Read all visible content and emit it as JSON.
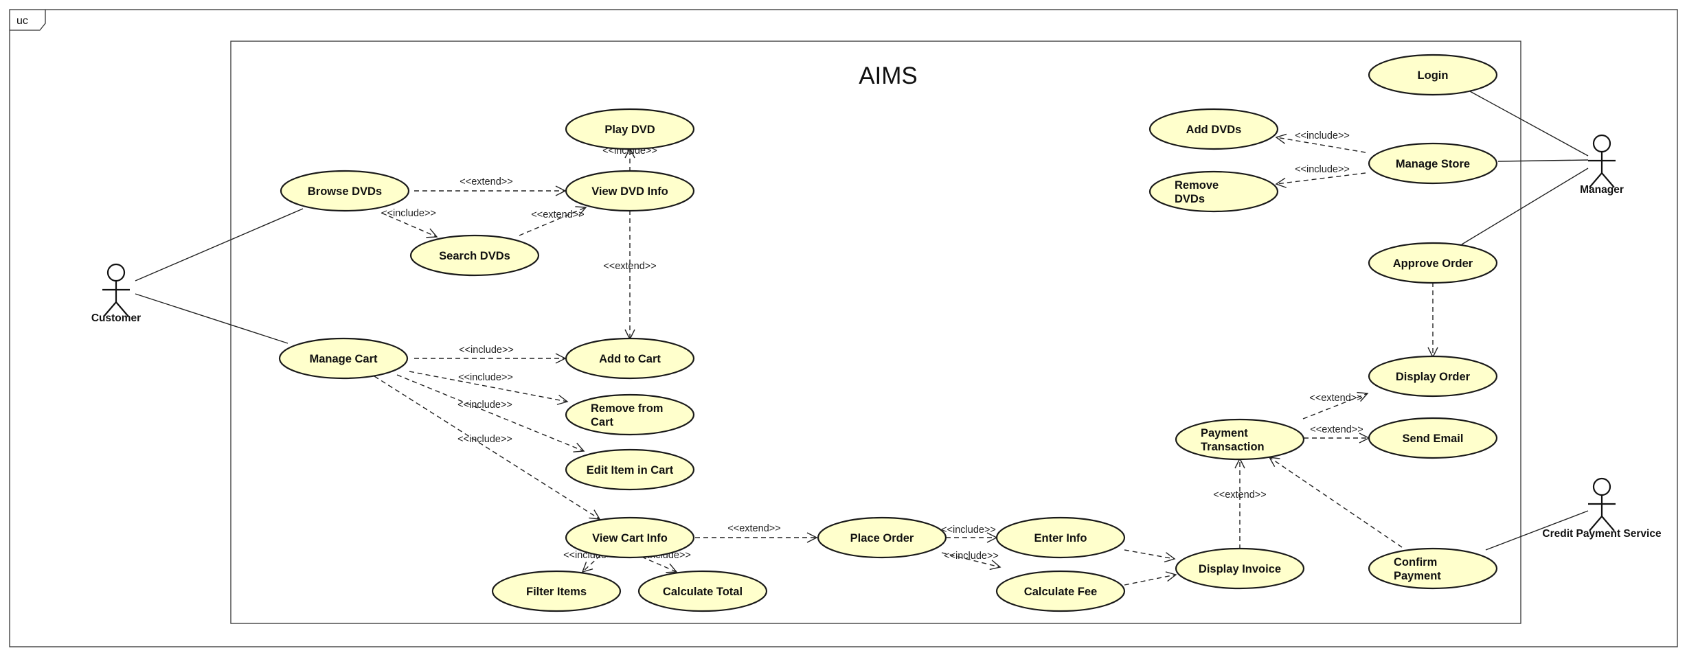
{
  "frame": {
    "tag": "uc"
  },
  "system": {
    "title": "AIMS"
  },
  "actors": {
    "customer": "Customer",
    "manager": "Manager",
    "credit_payment_service": "Credit Payment Service"
  },
  "use_cases": {
    "play_dvd": [
      "Play DVD"
    ],
    "browse_dvds": [
      "Browse DVDs"
    ],
    "view_dvd_info": [
      "View DVD Info"
    ],
    "search_dvds": [
      "Search DVDs"
    ],
    "manage_cart": [
      "Manage Cart"
    ],
    "add_to_cart": [
      "Add to Cart"
    ],
    "remove_from_cart": [
      "Remove from",
      "Cart"
    ],
    "edit_item_in_cart": [
      "Edit Item in Cart"
    ],
    "view_cart_info": [
      "View Cart Info"
    ],
    "filter_items": [
      "Filter Items"
    ],
    "calculate_total": [
      "Calculate Total"
    ],
    "place_order": [
      "Place Order"
    ],
    "enter_info": [
      "Enter Info"
    ],
    "calculate_fee": [
      "Calculate Fee"
    ],
    "display_invoice": [
      "Display Invoice"
    ],
    "payment_transaction": [
      "Payment",
      "Transaction"
    ],
    "login": [
      "Login"
    ],
    "add_dvds": [
      "Add DVDs"
    ],
    "manage_store": [
      "Manage Store"
    ],
    "remove_dvds": [
      "Remove",
      "DVDs"
    ],
    "approve_order": [
      "Approve Order"
    ],
    "display_order": [
      "Display Order"
    ],
    "send_email": [
      "Send Email"
    ],
    "confirm_payment": [
      "Confirm",
      "Payment"
    ]
  },
  "relationships": [
    {
      "from": "view_dvd_info",
      "to": "play_dvd",
      "stereotype": "<<include>>"
    },
    {
      "from": "browse_dvds",
      "to": "view_dvd_info",
      "stereotype": "<<extend>>"
    },
    {
      "from": "browse_dvds",
      "to": "search_dvds",
      "stereotype": "<<include>>"
    },
    {
      "from": "search_dvds",
      "to": "view_dvd_info",
      "stereotype": "<<extend>>"
    },
    {
      "from": "view_dvd_info",
      "to": "add_to_cart",
      "stereotype": "<<extend>>"
    },
    {
      "from": "manage_cart",
      "to": "add_to_cart",
      "stereotype": "<<include>>"
    },
    {
      "from": "manage_cart",
      "to": "remove_from_cart",
      "stereotype": "<<include>>"
    },
    {
      "from": "manage_cart",
      "to": "edit_item_in_cart",
      "stereotype": "<<include>>"
    },
    {
      "from": "manage_cart",
      "to": "view_cart_info",
      "stereotype": "<<include>>"
    },
    {
      "from": "view_cart_info",
      "to": "place_order",
      "stereotype": "<<extend>>"
    },
    {
      "from": "view_cart_info",
      "to": "filter_items",
      "stereotype": "<<include>>"
    },
    {
      "from": "view_cart_info",
      "to": "calculate_total",
      "stereotype": "<<include>>"
    },
    {
      "from": "place_order",
      "to": "enter_info",
      "stereotype": "<<include>>"
    },
    {
      "from": "place_order",
      "to": "calculate_fee",
      "stereotype": "<<include>>"
    },
    {
      "from": "enter_info",
      "to": "display_invoice",
      "stereotype": ""
    },
    {
      "from": "calculate_fee",
      "to": "display_invoice",
      "stereotype": ""
    },
    {
      "from": "display_invoice",
      "to": "payment_transaction",
      "stereotype": "<<extend>>"
    },
    {
      "from": "payment_transaction",
      "to": "display_order",
      "stereotype": "<<extend>>"
    },
    {
      "from": "payment_transaction",
      "to": "send_email",
      "stereotype": "<<extend>>"
    },
    {
      "from": "confirm_payment",
      "to": "payment_transaction",
      "stereotype": ""
    },
    {
      "from": "approve_order",
      "to": "display_order",
      "stereotype": ""
    },
    {
      "from": "manage_store",
      "to": "add_dvds",
      "stereotype": "<<include>>"
    },
    {
      "from": "manage_store",
      "to": "remove_dvds",
      "stereotype": "<<include>>"
    }
  ],
  "associations": [
    {
      "actor": "customer",
      "use_case": "browse_dvds"
    },
    {
      "actor": "customer",
      "use_case": "manage_cart"
    },
    {
      "actor": "manager",
      "use_case": "login"
    },
    {
      "actor": "manager",
      "use_case": "manage_store"
    },
    {
      "actor": "manager",
      "use_case": "approve_order"
    },
    {
      "actor": "credit_payment_service",
      "use_case": "confirm_payment"
    }
  ]
}
